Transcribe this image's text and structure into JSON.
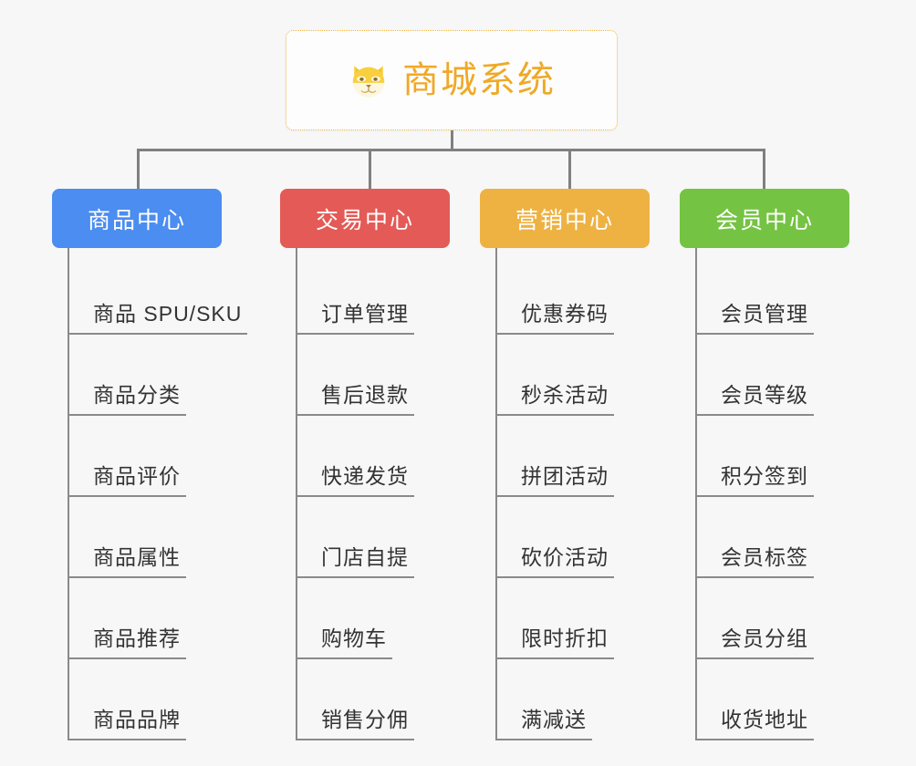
{
  "root": {
    "title": "商城系统",
    "icon": "shiba-dog-icon",
    "border_color": "#f0b441",
    "text_color": "#efa927"
  },
  "canvas": {
    "background": "#f7f7f7",
    "connector_color": "#808080"
  },
  "branches": [
    {
      "label": "商品中心",
      "color": "#4b8df0",
      "items": [
        "商品 SPU/SKU",
        "商品分类",
        "商品评价",
        "商品属性",
        "商品推荐",
        "商品品牌"
      ]
    },
    {
      "label": "交易中心",
      "color": "#e45a56",
      "items": [
        "订单管理",
        "售后退款",
        "快递发货",
        "门店自提",
        "购物车",
        "销售分佣"
      ]
    },
    {
      "label": "营销中心",
      "color": "#eeb243",
      "items": [
        "优惠券码",
        "秒杀活动",
        "拼团活动",
        "砍价活动",
        "限时折扣",
        "满减送"
      ]
    },
    {
      "label": "会员中心",
      "color": "#75c342",
      "items": [
        "会员管理",
        "会员等级",
        "积分签到",
        "会员标签",
        "会员分组",
        "收货地址"
      ]
    }
  ]
}
